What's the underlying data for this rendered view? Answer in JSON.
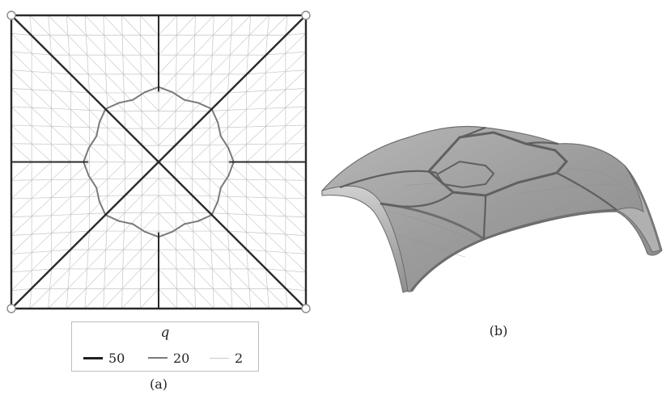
{
  "legend": {
    "title": "q",
    "items": [
      {
        "label": "50",
        "color": "#202020"
      },
      {
        "label": "20",
        "color": "#7a7a7a"
      },
      {
        "label": "2",
        "color": "#c9c9c9"
      }
    ]
  },
  "captions": {
    "a": "(a)",
    "b": "(b)"
  },
  "colors": {
    "mesh": "#c4c4c4",
    "ring": "#7a7a7a",
    "main": "#2a2a2a",
    "shell": "#9a9a9a"
  }
}
